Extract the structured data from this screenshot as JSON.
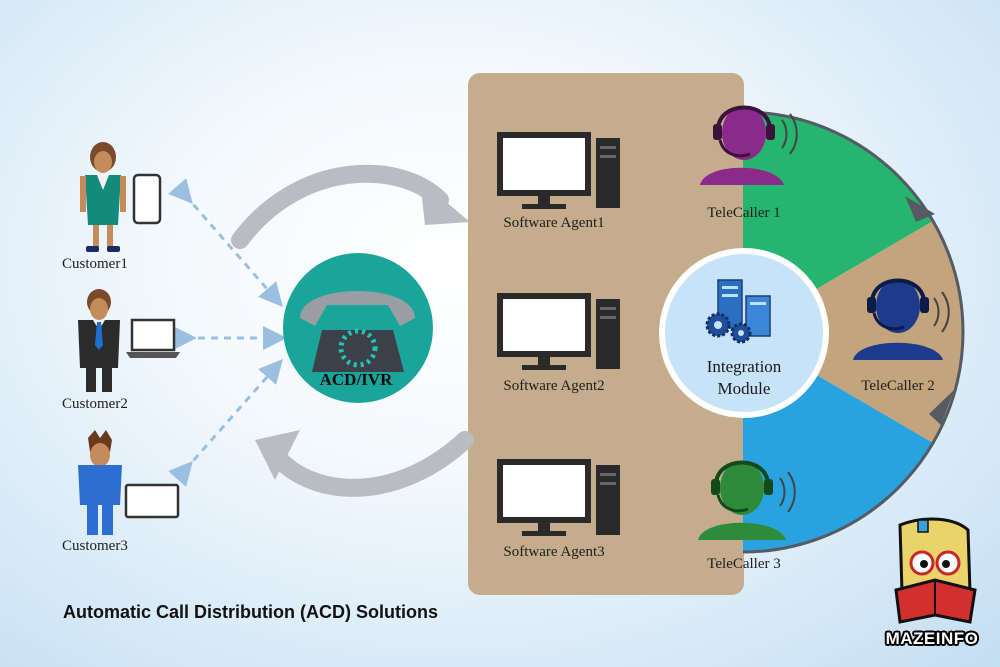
{
  "customers": [
    {
      "label": "Customer1",
      "device": "smartphone-icon"
    },
    {
      "label": "Customer2",
      "device": "laptop-icon"
    },
    {
      "label": "Customer3",
      "device": "tablet-icon"
    }
  ],
  "acd": {
    "label": "ACD/IVR",
    "color": "#1aa59a"
  },
  "agents": [
    {
      "label": "Software Agent1"
    },
    {
      "label": "Software Agent2"
    },
    {
      "label": "Software Agent3"
    }
  ],
  "integration": {
    "line1": "Integration",
    "line2": "Module"
  },
  "telecallers": [
    {
      "label": "TeleCaller 1",
      "color": "#8c2a8c",
      "sector_color": "#25b56f"
    },
    {
      "label": "TeleCaller 2",
      "color": "#1e3a8a",
      "sector_color": "#c4a47c"
    },
    {
      "label": "TeleCaller 3",
      "color": "#2e8b3a",
      "sector_color": "#28a3e0"
    }
  ],
  "panel_color": "#c4ac8c",
  "caption": "Automatic Call Distribution (ACD) Solutions",
  "brand": {
    "name": "MAZEINFO"
  }
}
